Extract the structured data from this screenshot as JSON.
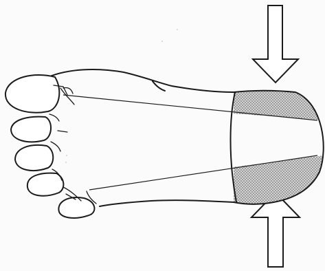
{
  "figure": {
    "subject": "foot-plantar-view-line-drawing",
    "arrows": [
      {
        "name": "downward-pressure-arrow",
        "direction": "down"
      },
      {
        "name": "upward-pressure-arrow",
        "direction": "up"
      }
    ],
    "colors": {
      "background": "#fbfbfb",
      "ink": "#1a1a1a",
      "shaded_region": "#bdbdbd"
    }
  }
}
